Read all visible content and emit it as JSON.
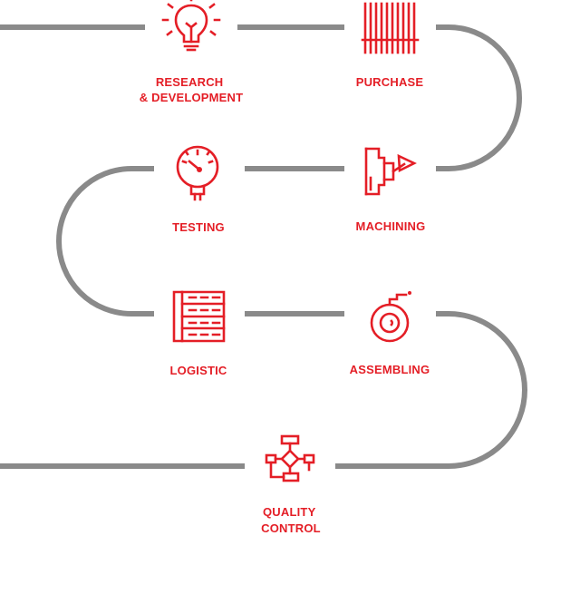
{
  "colors": {
    "accent": "#e41e26",
    "track": "#8a8a8a",
    "background": "#ffffff"
  },
  "steps": [
    {
      "icon": "lightbulb-icon",
      "label_lines": [
        "RESEARCH",
        "& DEVELOPMENT"
      ]
    },
    {
      "icon": "barcode-icon",
      "label_lines": [
        "PURCHASE"
      ]
    },
    {
      "icon": "machining-icon",
      "label_lines": [
        "MACHINING"
      ]
    },
    {
      "icon": "pressure-gauge-icon",
      "label_lines": [
        "TESTING"
      ]
    },
    {
      "icon": "warehouse-shelf-icon",
      "label_lines": [
        "LOGISTIC"
      ]
    },
    {
      "icon": "assembly-part-icon",
      "label_lines": [
        "ASSEMBLING"
      ]
    },
    {
      "icon": "flowchart-icon",
      "label_lines": [
        "QUALITY",
        "CONTROL"
      ]
    }
  ]
}
